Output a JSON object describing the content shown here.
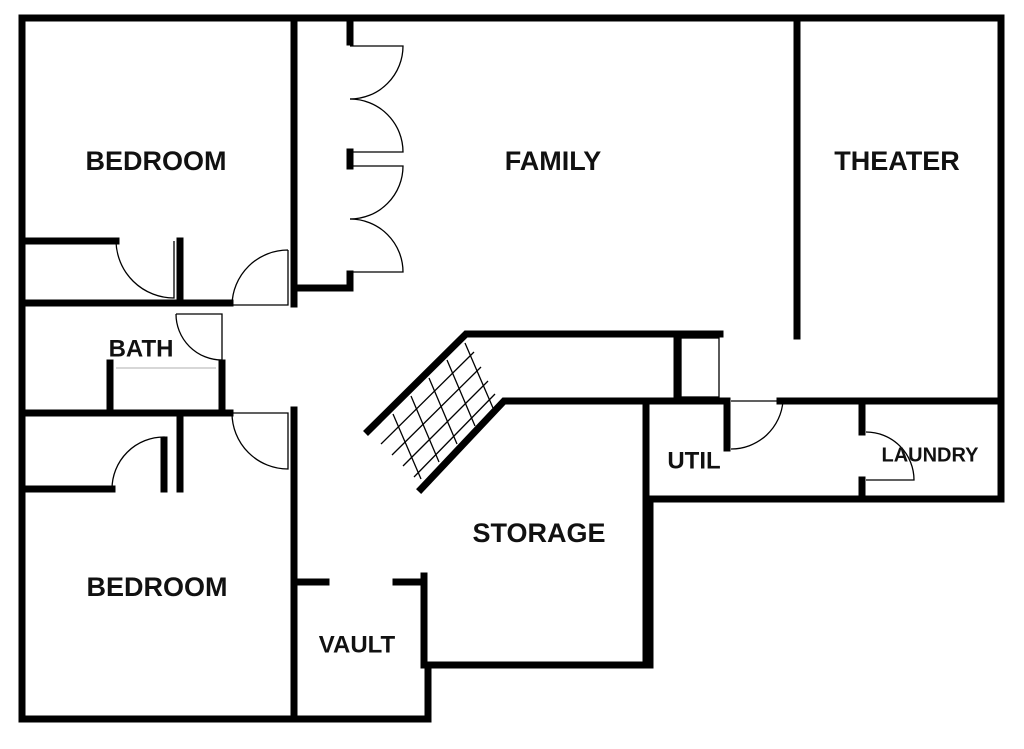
{
  "rooms": {
    "bedroom_top": "BEDROOM",
    "family": "FAMILY",
    "theater": "THEATER",
    "bath": "BATH",
    "util": "UTIL",
    "laundry": "LAUNDRY",
    "storage": "STORAGE",
    "bedroom_bottom": "BEDROOM",
    "vault": "VAULT"
  }
}
